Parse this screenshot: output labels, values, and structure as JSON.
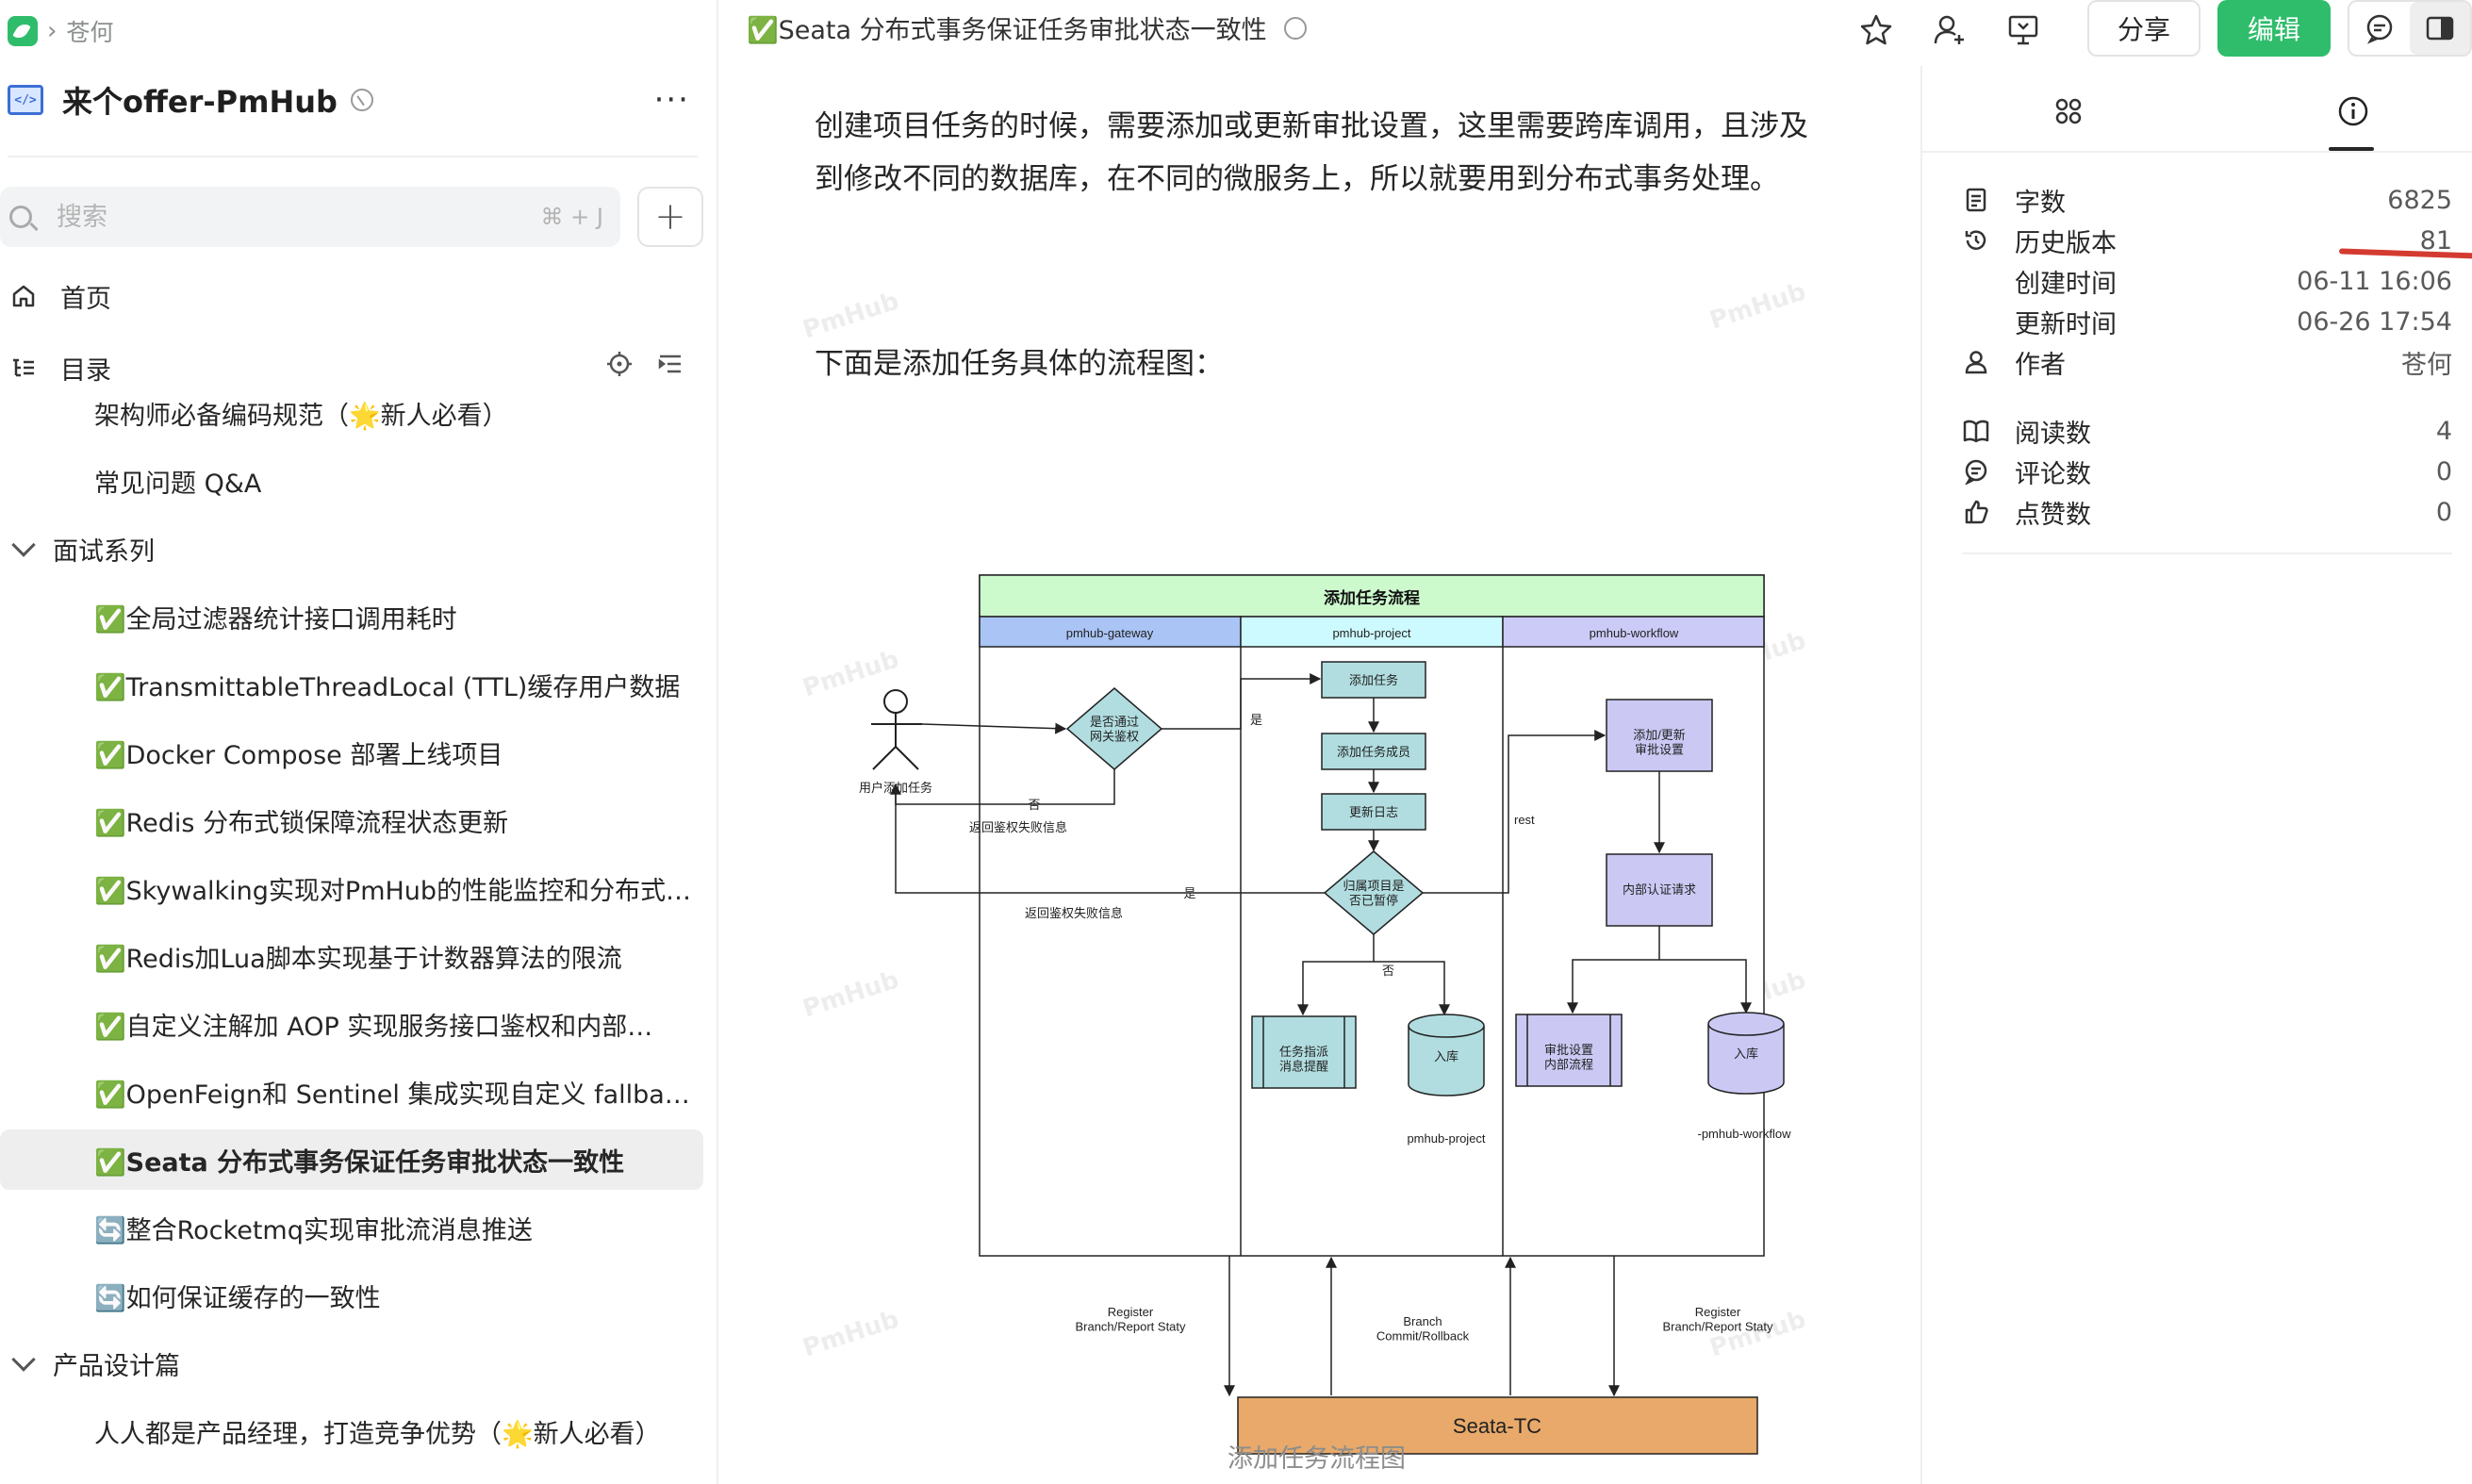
{
  "sidebar": {
    "breadcrumb": "苍何",
    "book_title": "来个offer-PmHub",
    "book_icon_text": "</>",
    "more": "···",
    "search": {
      "placeholder": "搜索",
      "shortcut": "⌘ + J"
    },
    "add": "+",
    "nav": {
      "home": "首页",
      "toc": "目录"
    },
    "items": [
      {
        "label": "架构师必备编码规范（🌟新人必看）",
        "kind": "l1"
      },
      {
        "label": "常见问题 Q&A",
        "kind": "l1"
      },
      {
        "label": "面试系列",
        "kind": "group"
      },
      {
        "label": "✅全局过滤器统计接口调用耗时",
        "kind": "l1"
      },
      {
        "label": "✅TransmittableThreadLocal (TTL)缓存用户数据",
        "kind": "l1"
      },
      {
        "label": "✅Docker Compose 部署上线项目",
        "kind": "l1"
      },
      {
        "label": "✅Redis 分布式锁保障流程状态更新",
        "kind": "l1"
      },
      {
        "label": "✅Skywalking实现对PmHub的性能监控和分布式…",
        "kind": "l1"
      },
      {
        "label": "✅Redis加Lua脚本实现基于计数器算法的限流",
        "kind": "l1"
      },
      {
        "label": "✅自定义注解加 AOP 实现服务接口鉴权和内部…",
        "kind": "l1"
      },
      {
        "label": "✅OpenFeign和 Sentinel 集成实现自定义 fallba…",
        "kind": "l1"
      },
      {
        "label": "✅Seata 分布式事务保证任务审批状态一致性",
        "kind": "l1",
        "active": true
      },
      {
        "label": "🔄整合Rocketmq实现审批流消息推送",
        "kind": "l1"
      },
      {
        "label": "🔄如何保证缓存的一致性",
        "kind": "l1"
      },
      {
        "label": "产品设计篇",
        "kind": "group"
      },
      {
        "label": "人人都是产品经理，打造竞争优势（🌟新人必看）",
        "kind": "l1"
      }
    ]
  },
  "header": {
    "doc_title": "✅Seata 分布式事务保证任务审批状态一致性",
    "share": "分享",
    "edit": "编辑"
  },
  "doc": {
    "para1": "创建项目任务的时候，需要添加或更新审批设置，这里需要跨库调用，且涉及到修改不同的数据库，在不同的微服务上，所以就要用到分布式事务处理。",
    "para2": "下面是添加任务具体的流程图：",
    "watermark": "PmHub",
    "caption": "添加任务流程图",
    "diagram": {
      "title": "添加任务流程图",
      "title_box": "添加任务流程",
      "lanes": [
        "pmhub-gateway",
        "pmhub-project",
        "pmhub-workflow"
      ],
      "actor": "用户添加任务",
      "gate_check": "是否通过网关鉴权",
      "add_task": "添加任务",
      "add_member": "添加任务成员",
      "update_log": "更新日志",
      "paused_check": "归属项目是否已暂停",
      "dispatch": "任务指派消息提醒",
      "db_project": "入库",
      "db_project_label": "pmhub-project",
      "approval_setting": "添加/更新审批设置",
      "internal_auth": "内部认证请求",
      "approval_flow": "审批设置内部流程",
      "db_workflow": "入库",
      "db_workflow_label": "-pmhub-workflow",
      "yes": "是",
      "no": "否",
      "rest": "rest",
      "fail_msg": "返回鉴权失败信息",
      "register_left": "Register Branch/Report Staty",
      "branch_commit": "Branch Commit/Rollback",
      "register_right": "Register Branch/Report Staty",
      "seata": "Seata-TC"
    }
  },
  "info": {
    "rows": [
      {
        "label": "字数",
        "value": "6825",
        "icon": "doc"
      },
      {
        "label": "历史版本",
        "value": "81",
        "icon": "history"
      },
      {
        "label": "创建时间",
        "value": "06-11 16:06",
        "icon": "none"
      },
      {
        "label": "更新时间",
        "value": "06-26 17:54",
        "icon": "none"
      },
      {
        "label": "作者",
        "value": "苍何",
        "icon": "user"
      },
      {
        "label": "阅读数",
        "value": "4",
        "icon": "book"
      },
      {
        "label": "评论数",
        "value": "0",
        "icon": "comment"
      },
      {
        "label": "点赞数",
        "value": "0",
        "icon": "like"
      }
    ]
  },
  "colors": {
    "brand_green": "#2fbd6b",
    "lane_gateway": "#a9c4f5",
    "lane_project": "#cdfafe",
    "lane_workflow": "#cccbf7",
    "title_green": "#cdfacd",
    "process_fill": "#b1dde0",
    "workflow_fill": "#cbc9f4",
    "seata_fill": "#e8a96a"
  }
}
